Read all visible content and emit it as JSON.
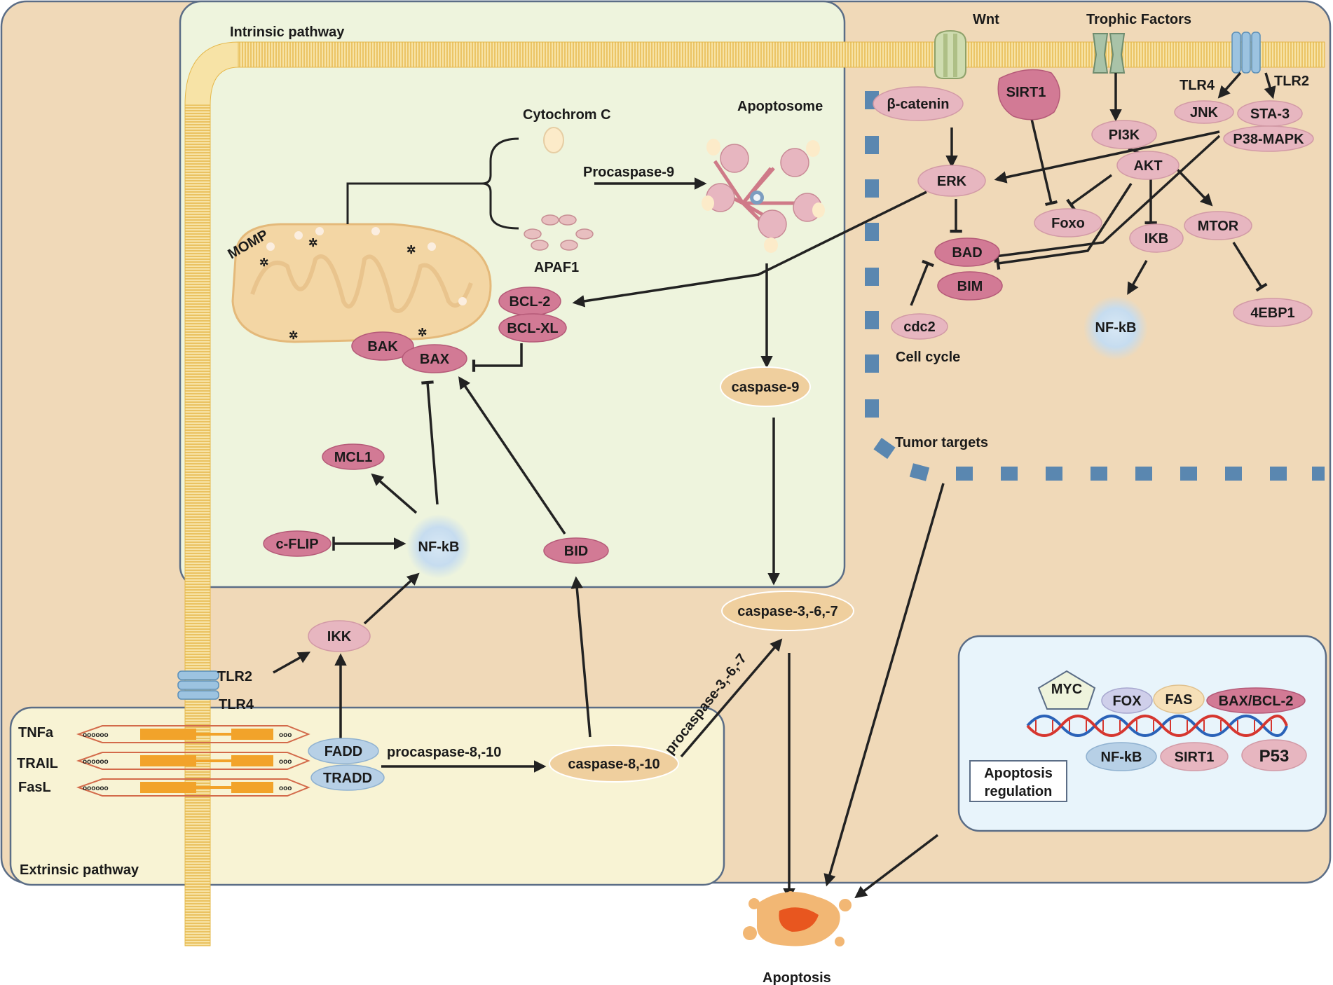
{
  "regions": {
    "intrinsic": "Intrinsic pathway",
    "extrinsic": "Extrinsic pathway",
    "tumor": "Tumor targets",
    "cell_cycle": "Cell cycle",
    "regulation_line1": "Apoptosis",
    "regulation_line2": "regulation",
    "outcome": "Apoptosis"
  },
  "receptors": {
    "wnt": "Wnt",
    "trophic": "Trophic Factors",
    "tlr4_top": "TLR4",
    "tlr2_top": "TLR2",
    "tlr2_bottom": "TLR2",
    "tlr4_bottom": "TLR4"
  },
  "mito": {
    "momp": "MOMP",
    "cytochrome": "Cytochrom C",
    "apaf1": "APAF1",
    "procaspase9": "Procaspase-9",
    "apoptosome": "Apoptosome"
  },
  "ligands": [
    "TNFa",
    "TRAIL",
    "FasL"
  ],
  "procasp_8_10": "procaspase-8,-10",
  "procasp_3_6_7": "procaspase-3,-6,-7",
  "nodes": {
    "bcl2": "BCL-2",
    "bclxl": "BCL-XL",
    "bak": "BAK",
    "bax": "BAX",
    "mcl1": "MCL1",
    "cflip": "c-FLIP",
    "nfkb_in": "NF-kB",
    "bid": "BID",
    "ikk": "IKK",
    "fadd": "FADD",
    "tradd": "TRADD",
    "casp810": "caspase-8,-10",
    "casp9": "caspase-9",
    "casp367": "caspase-3,-6,-7",
    "bcat": "β-catenin",
    "sirt1_top": "SIRT1",
    "pi3k": "PI3K",
    "jnk": "JNK",
    "sta3": "STA-3",
    "p38": "P38-MAPK",
    "erk": "ERK",
    "akt": "AKT",
    "foxo": "Foxo",
    "ikb": "IKB",
    "mtor": "MTOR",
    "bad": "BAD",
    "bim": "BIM",
    "cdc2": "cdc2",
    "nfkb_out": "NF-kB",
    "ebp1": "4EBP1",
    "myc": "MYC",
    "fox": "FOX",
    "fas": "FAS",
    "baxbcl2": "BAX/BCL-2",
    "nfkb_reg": "NF-kB",
    "sirt1_reg": "SIRT1",
    "p53": "P53"
  },
  "colors": {
    "cell_bg": "#f0d9b8",
    "intrinsic_bg": "#eef4dd",
    "extrinsic_bg": "#f8f3d4",
    "regulation_bg": "#e8f4fb",
    "pink_node": "#d27a95",
    "light_pink_node": "#e7b6c0",
    "blue_node": "#b7d0e6",
    "caspase_node": "#efcf9e",
    "membrane": "#f4d37f",
    "dashed_border": "#5a87b0",
    "arrow": "#222222"
  }
}
